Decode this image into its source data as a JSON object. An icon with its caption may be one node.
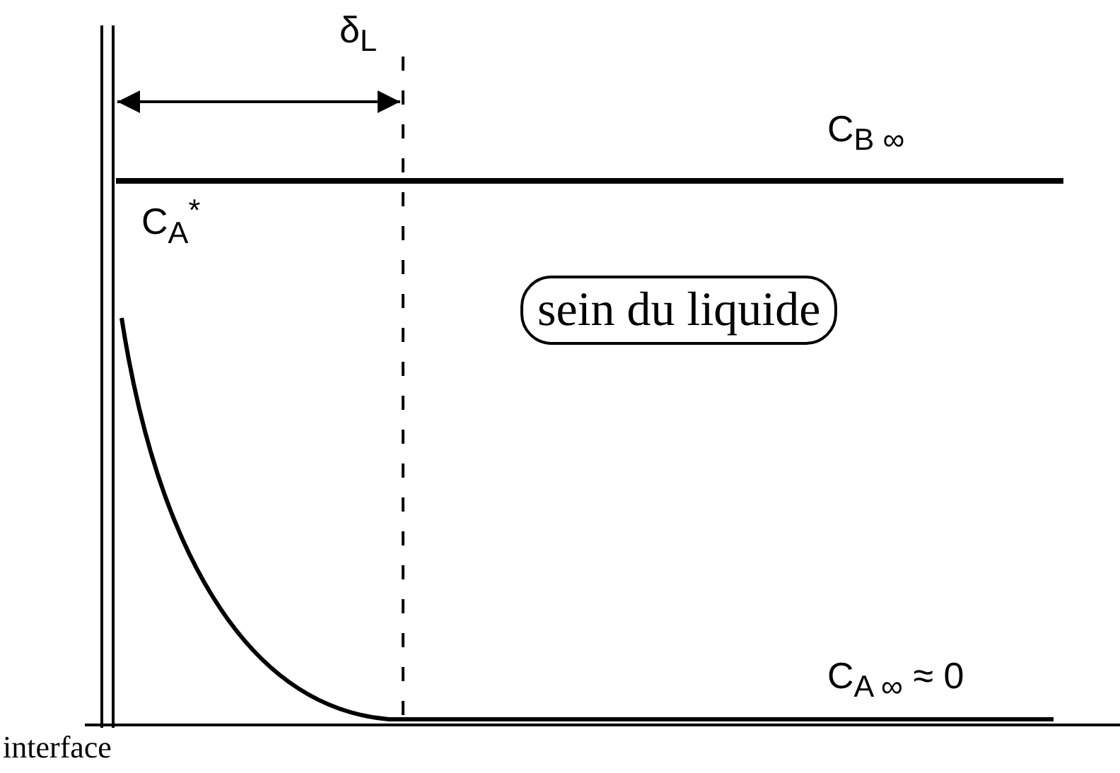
{
  "diagram": {
    "nodes": [
      {
        "text": [
          "sein du liquide"
        ]
      }
    ],
    "labels": [
      "δ$_{L}$",
      "C$_{B ∞}$",
      "C$_{A}$$^{*}$",
      "C$_{A ∞}$ ≈ 0",
      "interface"
    ]
  }
}
